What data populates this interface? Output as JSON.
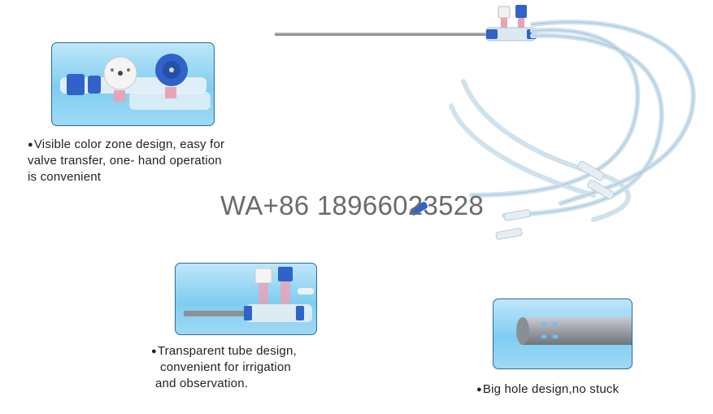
{
  "features": [
    {
      "lines": [
        "Visible color zone design, easy for",
        "valve transfer, one- hand operation",
        "is convenient"
      ]
    },
    {
      "lines": [
        "Transparent tube design,",
        "convenient  for  irrigation",
        "and observation."
      ]
    },
    {
      "lines": [
        "Big hole design,no stuck"
      ]
    }
  ],
  "watermark": "WA+86 18966023528",
  "bullet_glyph": "●",
  "colors": {
    "card_border": "#2a6c9e",
    "card_fill": "#7fcdf1",
    "valve_blue": "#2f63c9",
    "tube_clear": "#cfe2ee",
    "rod_grey": "#8b9197"
  }
}
